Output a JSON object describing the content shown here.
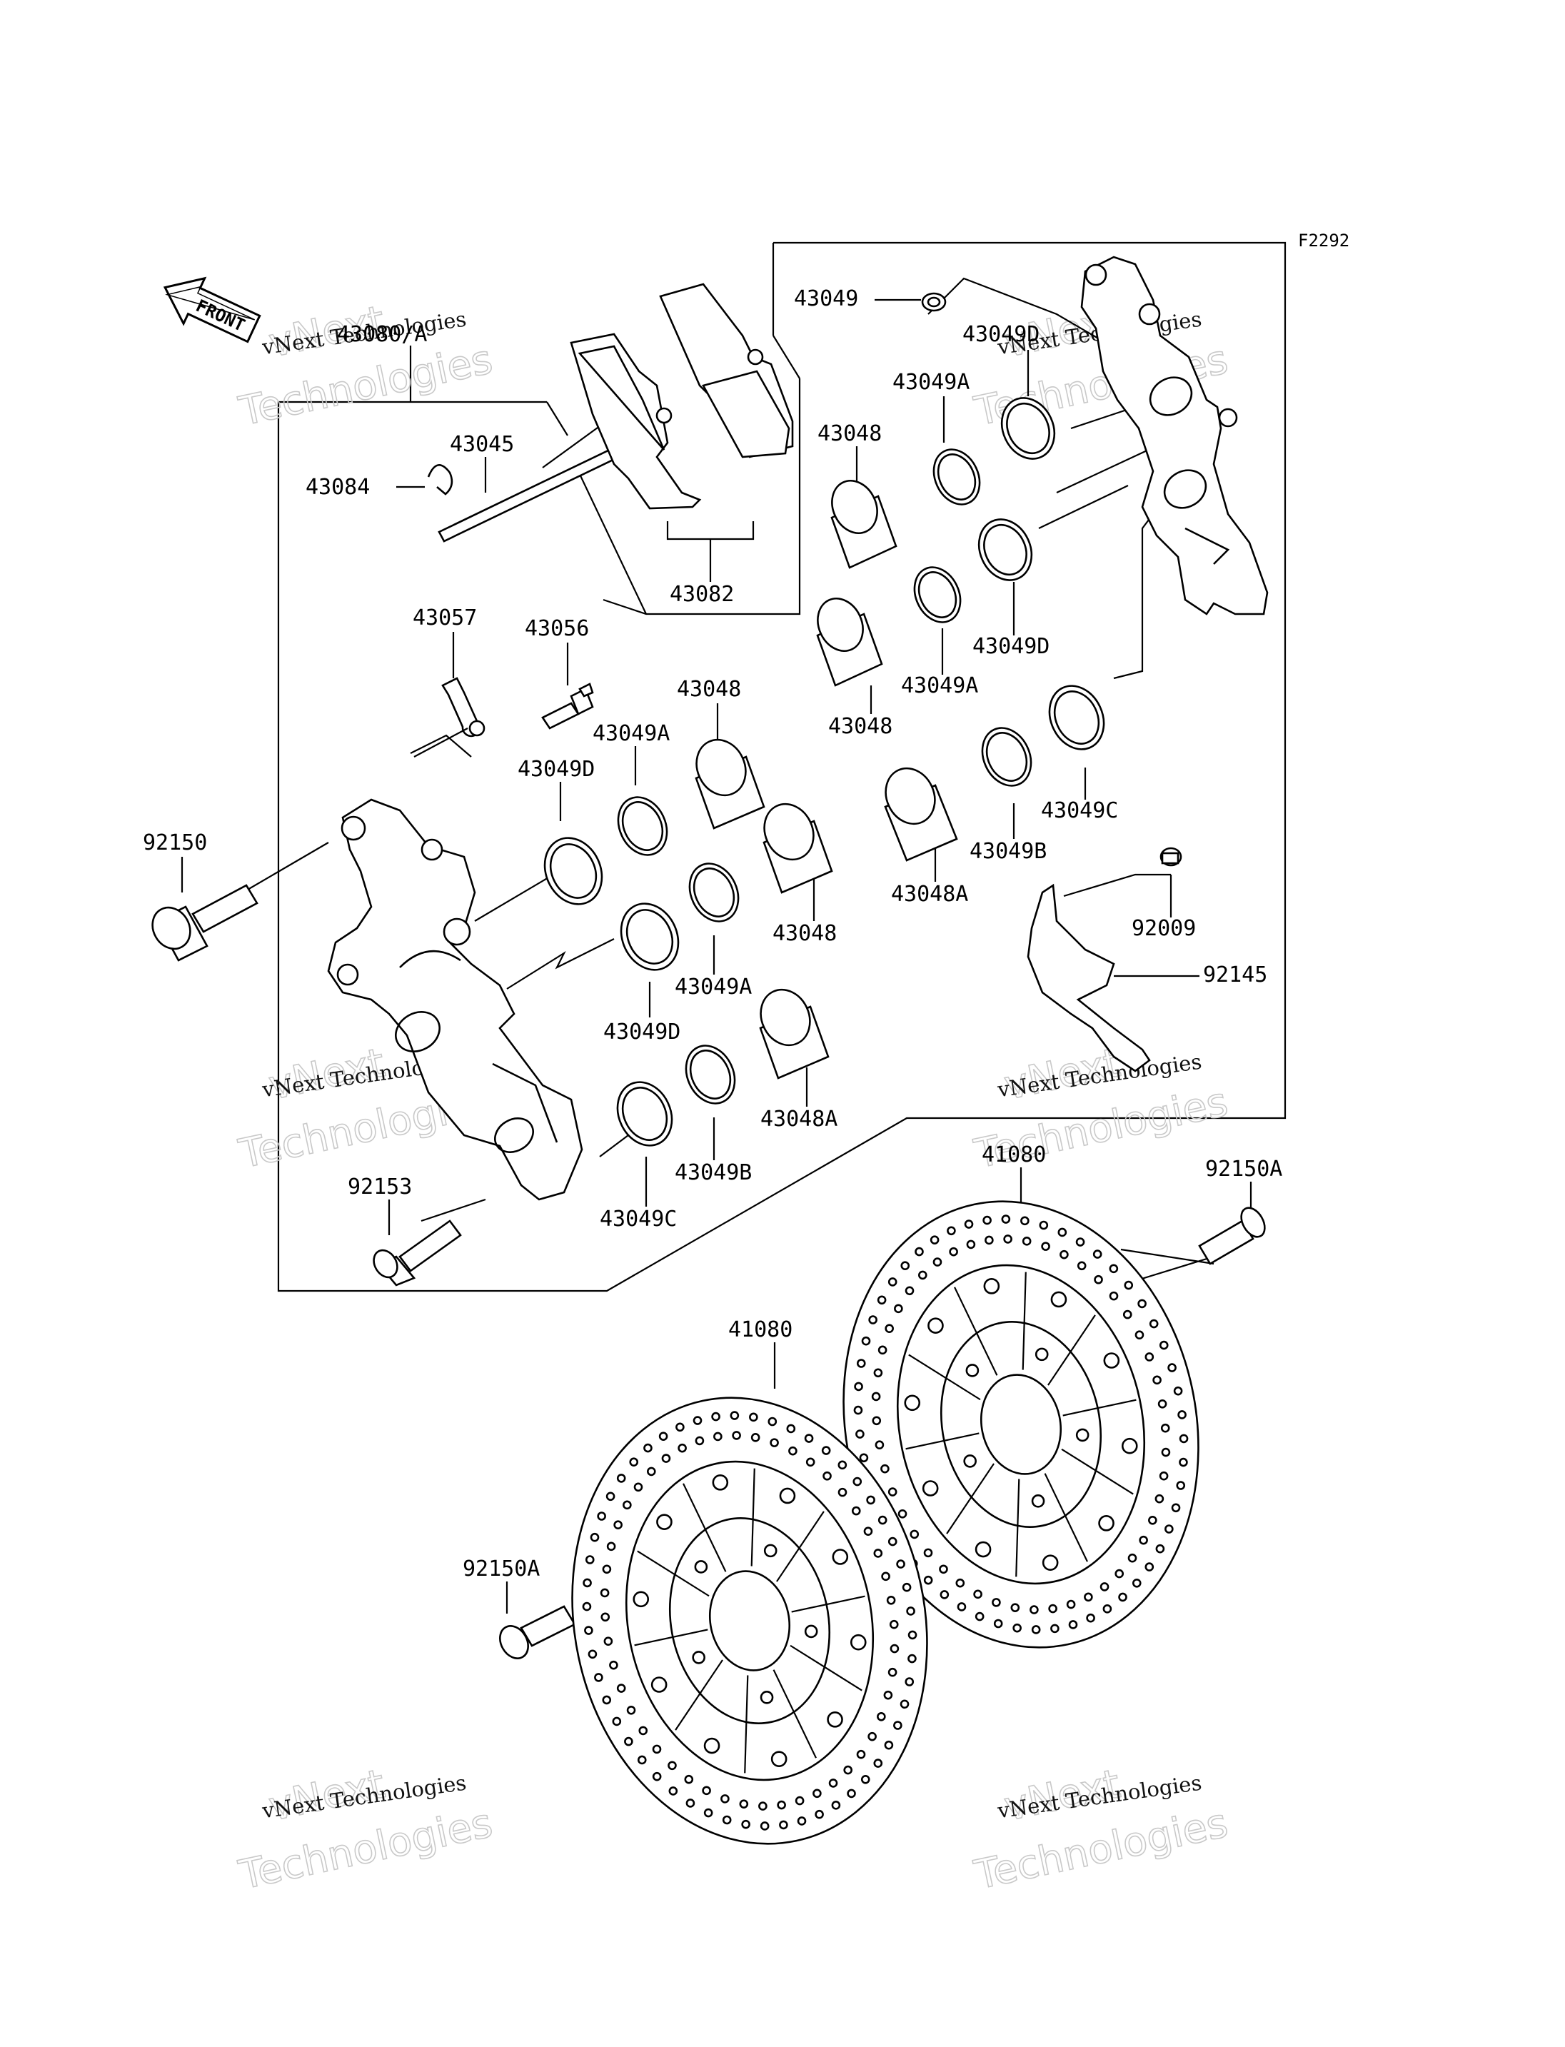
{
  "diagram_code": "F2292",
  "front_label": "FRONT",
  "watermark": {
    "line1": "vNext Technologies",
    "line2": "vNext",
    "line3": "Technologies"
  },
  "labels": {
    "p43080A": "43080/A",
    "p43045": "43045",
    "p43084": "43084",
    "p43082": "43082",
    "p43049_top": "43049",
    "p43049D_top": "43049D",
    "p43049A_top": "43049A",
    "p43048_top": "43048",
    "p43048_mid": "43048",
    "p43049A_mid": "43049A",
    "p43049D_mid": "43049D",
    "p43049C_right": "43049C",
    "p43049B_right": "43049B",
    "p43048A_right": "43048A",
    "p92009": "92009",
    "p92145": "92145",
    "p43057": "43057",
    "p43056": "43056",
    "p43048_c": "43048",
    "p43049A_c": "43049A",
    "p43049D_c": "43049D",
    "p92150": "92150",
    "p43048_d": "43048",
    "p43049A_d": "43049A",
    "p43049D_d": "43049D",
    "p43048A_d": "43048A",
    "p43049B_d": "43049B",
    "p43049C_d": "43049C",
    "p92153": "92153",
    "p41080_right": "41080",
    "p92150A_right": "92150A",
    "p41080_left": "41080",
    "p92150A_left": "92150A"
  }
}
